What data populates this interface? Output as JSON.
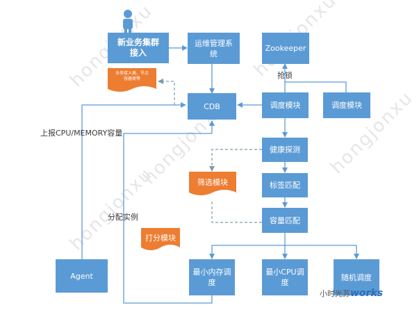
{
  "watermark": "hongjonxu",
  "nodes": {
    "new_business": "新业务集群\n接入",
    "ops_system": "运维管理系\n统",
    "zookeeper": "Zookeeper",
    "cdb": "CDB",
    "scheduler_1": "调度模块",
    "scheduler_2": "调度模块",
    "health_check": "健康探测",
    "tag_match": "标签匹配",
    "capacity_match": "容量匹配",
    "agent": "Agent",
    "min_memory": "最小内存调\n度",
    "min_cpu": "最小CPU调\n度",
    "random": "随机调度"
  },
  "docs": {
    "business_info": "业务接入类、节点\n容器类等",
    "filter_module": "筛选模块",
    "scoring_module": "打分模块"
  },
  "labels": {
    "lock": "抢锁",
    "report": "上报CPU/MEMORY容量",
    "allocate": "分配实例"
  },
  "footer": {
    "text": "小时光苏",
    "brand": "works"
  }
}
